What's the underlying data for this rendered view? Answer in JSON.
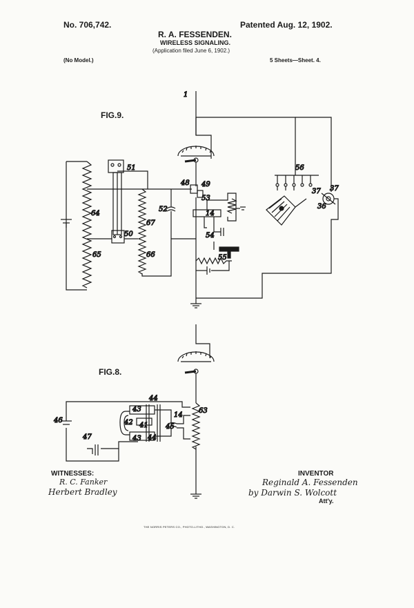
{
  "header": {
    "patent_number": "No. 706,742.",
    "patent_date": "Patented Aug. 12, 1902.",
    "inventor_name": "R. A. FESSENDEN.",
    "title": "WIRELESS SIGNALING.",
    "application": "(Application filed June 6, 1902.)",
    "model": "(No Model.)",
    "sheets": "5 Sheets—Sheet. 4."
  },
  "figures": {
    "fig9_label": "FIG.9.",
    "fig8_label": "FIG.8."
  },
  "reference_numerals": {
    "n1": "1",
    "n36": "36",
    "n37a": "37",
    "n37b": "37",
    "n41": "41",
    "n42": "42",
    "n43a": "43",
    "n43b": "43",
    "n44a": "44",
    "n44b": "44",
    "n45": "45",
    "n46": "46",
    "n47": "47",
    "n48": "48",
    "n49": "49",
    "n50": "50",
    "n51": "51",
    "n52": "52",
    "n53": "53",
    "n54": "54",
    "n55": "55",
    "n56": "56",
    "n63": "63",
    "n64": "64",
    "n65": "65",
    "n66": "66",
    "n67": "67",
    "n14a": "14",
    "n14b": "14"
  },
  "footer": {
    "witnesses_label": "WITNESSES:",
    "witness_1": "R. C. Fanker",
    "witness_2": "Herbert Bradley",
    "inventor_label": "INVENTOR",
    "inventor_signature": "Reginald A. Fessenden",
    "by_attorney": "by Darwin S. Wolcott",
    "atty_label": "Att'y.",
    "printer": "THE NORRIS PETERS CO., PHOTO-LITHO., WASHINGTON, D. C."
  }
}
